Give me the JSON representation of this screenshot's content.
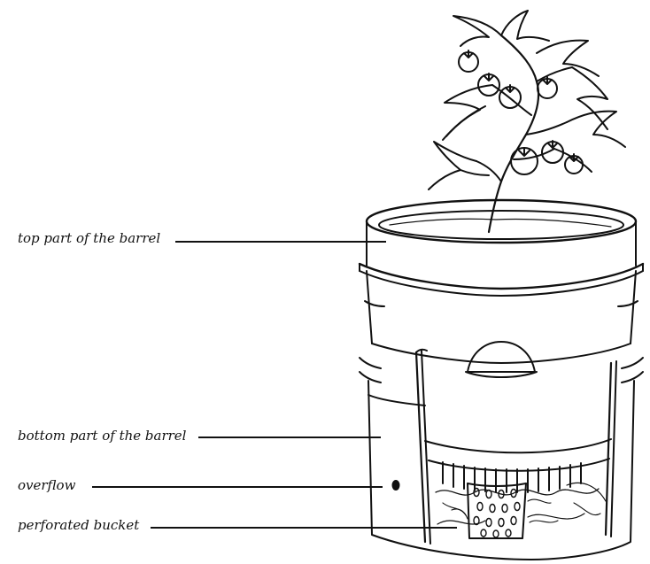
{
  "diagram": {
    "labels": [
      {
        "id": "top-part",
        "text": "top part of the barrel"
      },
      {
        "id": "bottom-part",
        "text": "bottom part of the barrel"
      },
      {
        "id": "overflow",
        "text": "overflow"
      },
      {
        "id": "perforated-bucket",
        "text": "perforated bucket"
      }
    ],
    "illustration": {
      "subject": "self-watering barrel planter with tomato plant",
      "line_color": "#111111",
      "background": "#ffffff"
    }
  }
}
